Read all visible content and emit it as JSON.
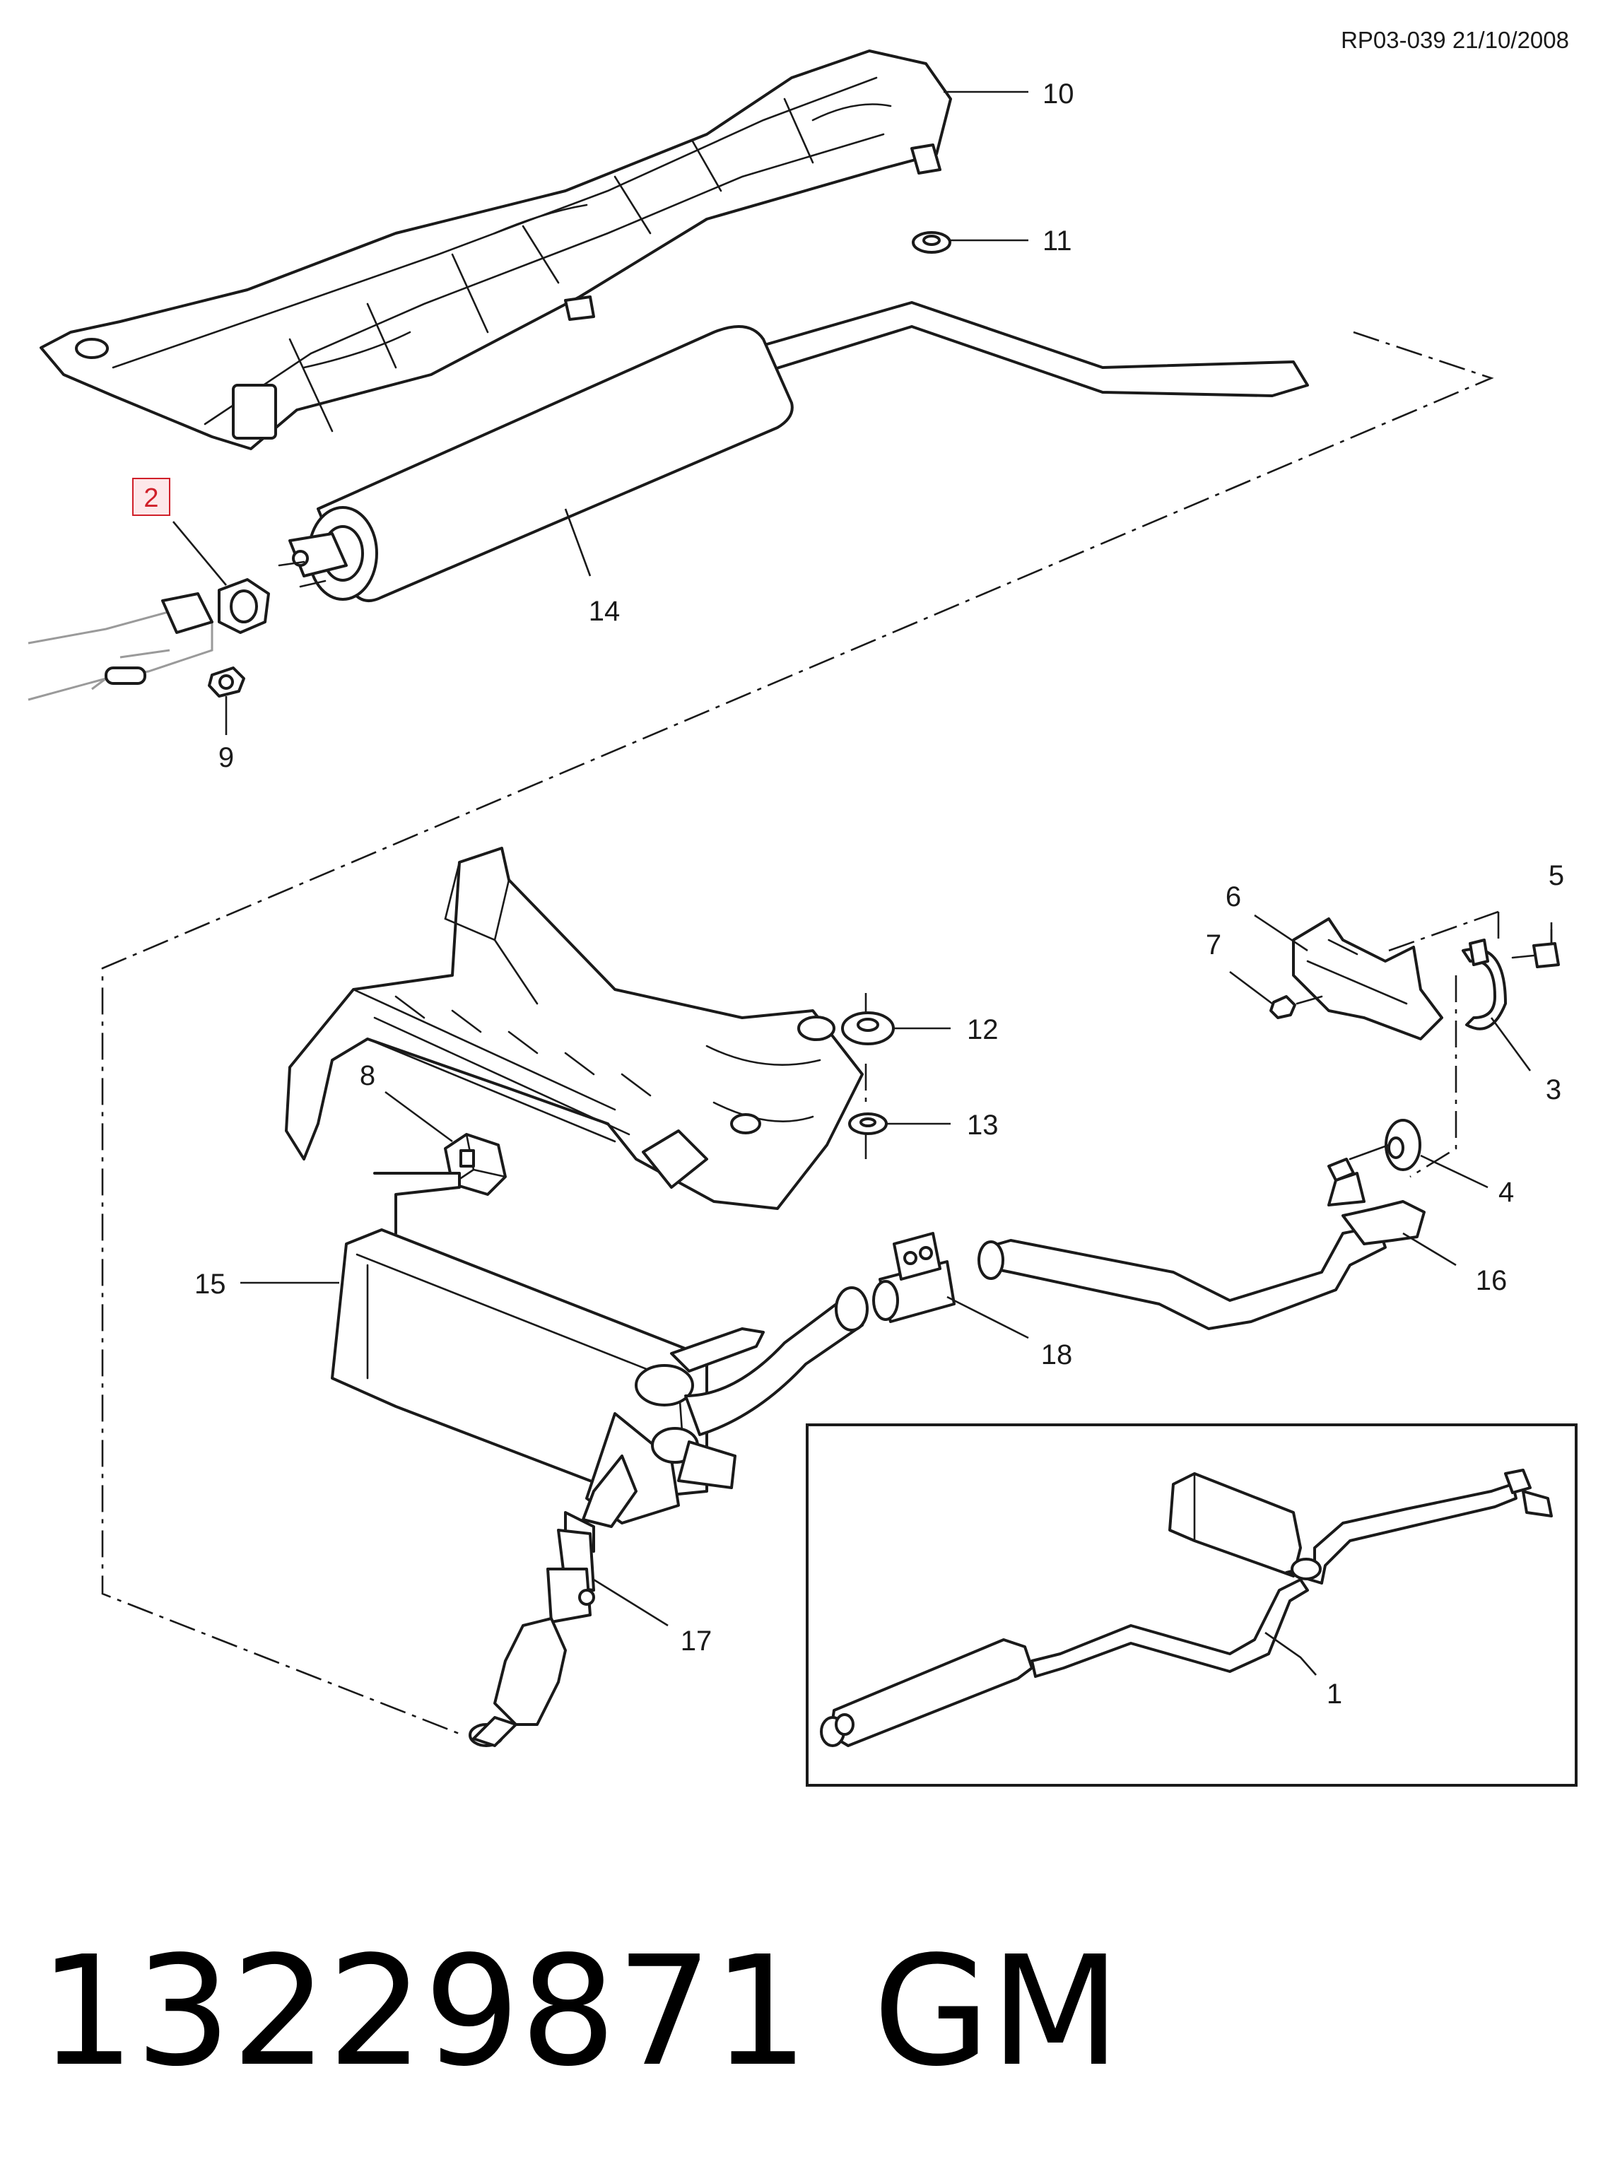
{
  "header": {
    "reference": "RP03-039 21/10/2008"
  },
  "callouts": [
    {
      "id": "1",
      "label": "1"
    },
    {
      "id": "2",
      "label": "2",
      "highlighted": true
    },
    {
      "id": "3",
      "label": "3"
    },
    {
      "id": "4",
      "label": "4"
    },
    {
      "id": "5",
      "label": "5"
    },
    {
      "id": "6",
      "label": "6"
    },
    {
      "id": "7",
      "label": "7"
    },
    {
      "id": "8",
      "label": "8"
    },
    {
      "id": "9",
      "label": "9"
    },
    {
      "id": "10",
      "label": "10"
    },
    {
      "id": "11",
      "label": "11"
    },
    {
      "id": "12",
      "label": "12"
    },
    {
      "id": "13",
      "label": "13"
    },
    {
      "id": "14",
      "label": "14"
    },
    {
      "id": "15",
      "label": "15"
    },
    {
      "id": "16",
      "label": "16"
    },
    {
      "id": "17",
      "label": "17"
    },
    {
      "id": "18",
      "label": "18"
    }
  ],
  "part_number": {
    "number": "13229871",
    "brand": "GM"
  },
  "colors": {
    "line": "#1a1a1a",
    "highlight": "#d0202a",
    "background": "#ffffff"
  }
}
